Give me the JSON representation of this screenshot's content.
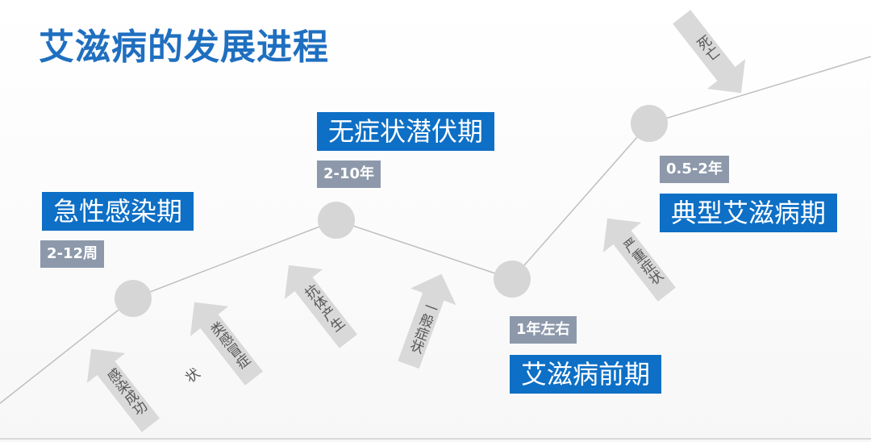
{
  "title": "艾滋病的发展进程",
  "colors": {
    "title": "#1f6fc0",
    "stage_box": "#0d6fc5",
    "duration_box": "#8d99ab",
    "node": "#d6d6d6",
    "arrow": "#d9d9d9",
    "line": "#bfbfbf"
  },
  "stages": [
    {
      "name": "急性感染期",
      "duration": "2-12周"
    },
    {
      "name": "无症状潜伏期",
      "duration": "2-10年"
    },
    {
      "name": "艾滋病前期",
      "duration": "1年左右"
    },
    {
      "name": "典型艾滋病期",
      "duration": "0.5-2年"
    }
  ],
  "transitions": [
    "感染成功",
    "类感冒症状",
    "抗体产生",
    "一般症状",
    "严重症状",
    "死亡"
  ]
}
